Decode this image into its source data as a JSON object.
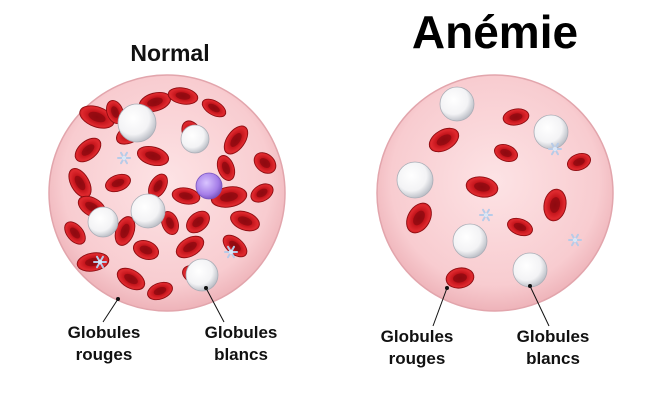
{
  "normal_panel": {
    "title": "Normal",
    "red_cells_label": {
      "line1": "Globules",
      "line2": "rouges"
    },
    "white_cells_label": {
      "line1": "Globules",
      "line2": "blancs"
    }
  },
  "anemia_panel": {
    "title": "Anémie",
    "red_cells_label": {
      "line1": "Globules",
      "line2": "rouges"
    },
    "white_cells_label": {
      "line1": "Globules",
      "line2": "blancs"
    }
  },
  "colors": {
    "plasma": "#f9cfd2",
    "plasma_edge": "#e3a8ae",
    "red_cell": "#d01a1f",
    "red_cell_center": "#9c0c12",
    "white_cell": "#ffffff",
    "lymphocyte": "#b48cf0",
    "platelet": "#c8d8f0"
  },
  "icons": [
    "red-blood-cell-icon",
    "white-blood-cell-icon",
    "platelet-icon",
    "lymphocyte-icon"
  ]
}
